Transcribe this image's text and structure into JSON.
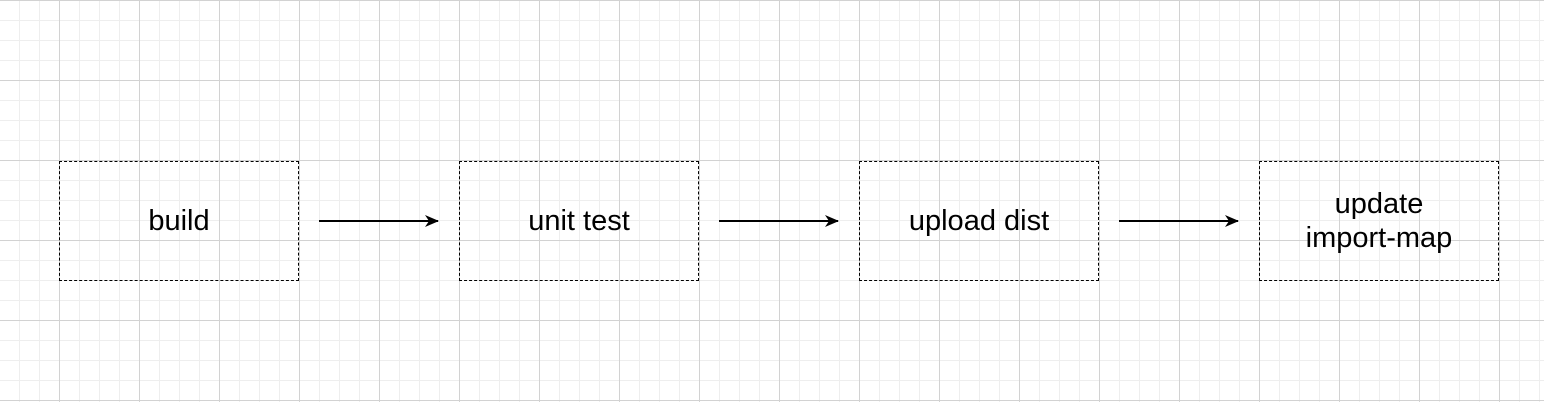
{
  "diagram": {
    "nodes": [
      {
        "id": "build",
        "label": "build"
      },
      {
        "id": "unit-test",
        "label": "unit test"
      },
      {
        "id": "upload-dist",
        "label": "upload dist"
      },
      {
        "id": "update-import-map",
        "label_lines": [
          "update",
          "import-map"
        ]
      }
    ],
    "edges": [
      {
        "from": "build",
        "to": "unit-test"
      },
      {
        "from": "unit-test",
        "to": "upload-dist"
      },
      {
        "from": "upload-dist",
        "to": "update-import-map"
      }
    ],
    "colors": {
      "background": "#ffffff",
      "grid_major": "#d2d2d2",
      "grid_minor": "#eeeeee",
      "stroke": "#000000"
    }
  }
}
